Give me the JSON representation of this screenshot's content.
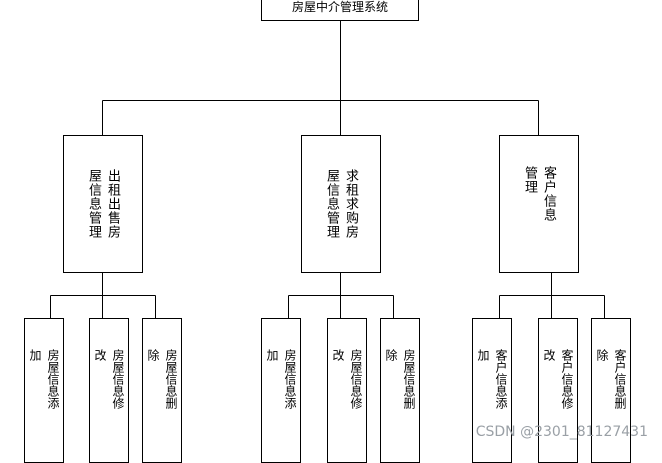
{
  "diagram": {
    "root": {
      "label": "房屋中介管理系统"
    },
    "modules": [
      {
        "lines": [
          "出租出售房",
          "屋信息管理"
        ],
        "children": [
          {
            "lines": [
              "房屋信息添",
              "加"
            ]
          },
          {
            "lines": [
              "房屋信息修",
              "改"
            ]
          },
          {
            "lines": [
              "房屋信息删",
              "除"
            ]
          }
        ]
      },
      {
        "lines": [
          "求租求购房",
          "屋信息管理"
        ],
        "children": [
          {
            "lines": [
              "房屋信息添",
              "加"
            ]
          },
          {
            "lines": [
              "房屋信息修",
              "改"
            ]
          },
          {
            "lines": [
              "房屋信息删",
              "除"
            ]
          }
        ]
      },
      {
        "lines": [
          "客户信息",
          "管理"
        ],
        "children": [
          {
            "lines": [
              "客户信息添",
              "加"
            ]
          },
          {
            "lines": [
              "客户信息修",
              "改"
            ]
          },
          {
            "lines": [
              "客户信息删",
              "除"
            ]
          }
        ]
      }
    ]
  },
  "watermark": "CSDN @2301_81127431"
}
